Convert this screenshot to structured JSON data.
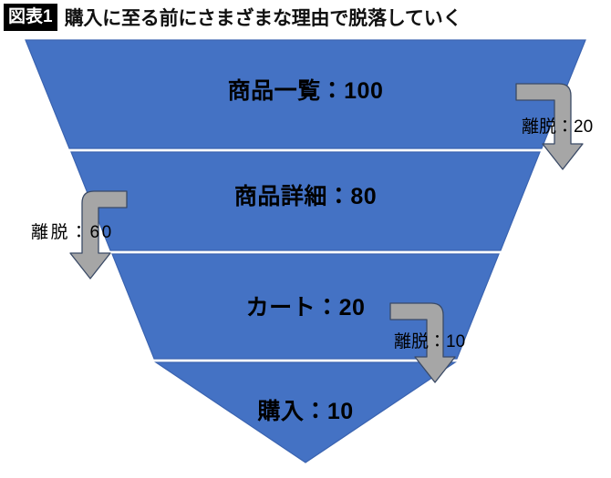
{
  "header": {
    "badge": "図表1",
    "title": "購入に至る前にさまざまな理由で脱落していく"
  },
  "colors": {
    "funnel_fill": "#4472C4",
    "funnel_edge": "#3A63B0",
    "divider": "#FFFFFF",
    "arrow_fill": "#A6A6A6",
    "arrow_stroke": "#3A4A66",
    "badge_bg": "#000000",
    "badge_text": "#FFFFFF",
    "label_text": "#000000",
    "background": "#FFFFFF"
  },
  "chart_data": {
    "type": "funnel",
    "title": "購入に至る前にさまざまな理由で脱落していく",
    "categories": [
      "商品一覧",
      "商品詳細",
      "カート",
      "購入"
    ],
    "values": [
      100,
      80,
      20,
      10
    ],
    "stage_labels": [
      "商品一覧：100",
      "商品詳細：80",
      "カート：20",
      "購入：10"
    ],
    "dropoffs": [
      {
        "label": "離脱：20",
        "value": 20,
        "from": "商品一覧",
        "to": "商品詳細",
        "side": "right"
      },
      {
        "label": "離脱：60",
        "value": 60,
        "from": "商品詳細",
        "to": "カート",
        "side": "left"
      },
      {
        "label": "離脱：10",
        "value": 10,
        "from": "カート",
        "to": "購入",
        "side": "right"
      }
    ],
    "xlabel": "",
    "ylabel": "",
    "legend": [],
    "grid": false
  }
}
